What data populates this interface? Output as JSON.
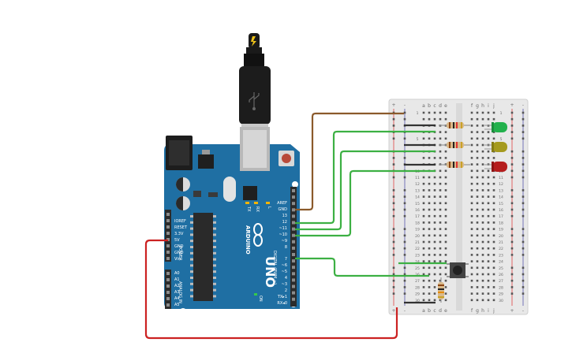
{
  "board": {
    "model": "UNO",
    "brand": "ARDUINO",
    "tx_label": "TX",
    "rx_label": "RX",
    "l_label": "L",
    "on_label": "ON",
    "digital_label": "DIGITAL (PWM ~)",
    "power_label": "POWER",
    "analog_label": "ANALOG IN",
    "digital_pins": [
      "AREF",
      "GND",
      "13",
      "12",
      "~11",
      "~10",
      "~9",
      "8",
      "7",
      "~6",
      "~5",
      "4",
      "~3",
      "2",
      "TX▸1",
      "RX◂0"
    ],
    "power_pins": [
      "IOREF",
      "RESET",
      "3.3V",
      "5V",
      "GND",
      "GND",
      "Vin"
    ],
    "analog_pins": [
      "A0",
      "A1",
      "A2",
      "A3",
      "A4",
      "A5"
    ],
    "colors": {
      "board": "#1f6fa3",
      "header": "#2b2b2b",
      "chip": "#2a2a2a"
    }
  },
  "breadboard": {
    "columns": [
      "a",
      "b",
      "c",
      "d",
      "e",
      "f",
      "g",
      "h",
      "i",
      "j"
    ],
    "rail_plus": "+",
    "rail_minus": "-",
    "row_count": 30,
    "rows_left": [
      "1",
      "",
      "",
      "",
      "5",
      "",
      "",
      "",
      "",
      "10",
      "11",
      "12",
      "13",
      "14",
      "15",
      "16",
      "17",
      "18",
      "19",
      "20",
      "21",
      "22",
      "23",
      "24",
      "25",
      "26",
      "27",
      "28",
      "29",
      "30"
    ],
    "rows_right": [
      "1",
      "",
      "",
      "",
      "5",
      "",
      "",
      "",
      "",
      "10",
      "11",
      "12",
      "13",
      "14",
      "15",
      "16",
      "17",
      "18",
      "19",
      "20",
      "21",
      "22",
      "23",
      "24",
      "25",
      "26",
      "27",
      "28",
      "29",
      "30"
    ]
  },
  "components": {
    "leds": [
      {
        "color": "#22b14c"
      },
      {
        "color": "#a59a1e"
      },
      {
        "color": "#b51d1d"
      }
    ],
    "resistor_count": 4,
    "pushbutton_count": 1
  },
  "wires": {
    "gnd": "#8b5a2b",
    "signal": "#3cb043",
    "power": "#cc2222"
  }
}
